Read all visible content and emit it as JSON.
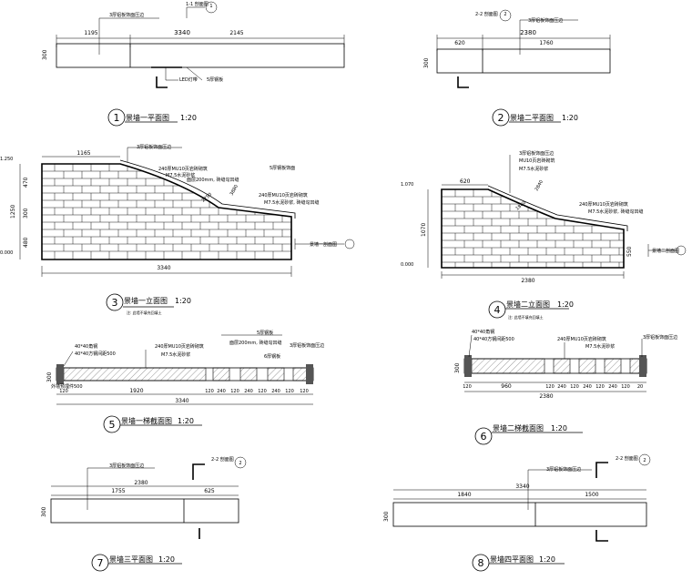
{
  "drawings": {
    "d1": {
      "number": "1",
      "title": "景墙一平面图",
      "scale": "1:20",
      "section_mark": "1-1 剖面图",
      "section_num": "1",
      "note_cap": "3厚铝板饰面压边",
      "dim_total": "3340",
      "dim_a": "1195",
      "dim_b": "2145",
      "dim_h": "300",
      "note_led": "LED灯带",
      "note_steel": "5厚钢板"
    },
    "d2": {
      "number": "2",
      "title": "景墙二平面图",
      "scale": "1:20",
      "section_mark": "2-2 剖面图",
      "section_num": "2",
      "note_cap": "3厚铝板饰面压边",
      "dim_total": "2380",
      "dim_a": "620",
      "dim_b": "1760",
      "dim_h": "300"
    },
    "d3": {
      "number": "3",
      "title": "景墙一立面图",
      "scale": "1:20",
      "subnote": "注: 此墙不填充回填土",
      "dim_top": "1165",
      "dim_total": "3340",
      "dim_v1": "470",
      "dim_v2": "300",
      "dim_v3": "480",
      "dim_vt": "1250",
      "dim_r1": "2750",
      "dim_r2": "3880",
      "level_top": "1.250",
      "level_bot": "0.000",
      "note1": "3厚铝板饰面压边",
      "note2": "240厚MU10页岩砖砌筑",
      "note3": "M7.5水泥砂浆",
      "note4": "5厚钢板饰面",
      "note5": "面层200mm, 砖缝勾凹缝",
      "note6": "240厚MU10页岩砖砌筑",
      "note7": "M7.5水泥砂浆, 砖缝勾凹缝",
      "mark": "景墙一剖面图"
    },
    "d4": {
      "number": "4",
      "title": "景墙二立面图",
      "scale": "1:20",
      "subnote": "注: 此墙不填充回填土",
      "dim_top": "620",
      "dim_total": "2380",
      "dim_r1": "2840",
      "dim_r2": "1860",
      "dim_v": "1070",
      "dim_v2": "550",
      "level_top": "1.070",
      "level_bot": "0.000",
      "note1": "3厚铝板饰面压边",
      "note2": "MU10页岩砖砌筑",
      "note3": "M7.5水泥砂浆",
      "note4": "240厚MU10页岩砖砌筑",
      "note5": "M7.5水泥砂浆, 砖缝勾凹缝",
      "mark": "景墙二剖面图"
    },
    "d5": {
      "number": "5",
      "title": "景墙一梯截面图",
      "scale": "1:20",
      "note_a": "40*40角钢",
      "note_b": "40*40方钢间距500",
      "note_c": "240厚MU10页岩砖砌筑",
      "note_d": "M7.5水泥砂浆",
      "note_e": "5厚钢板",
      "note_f": "面层200mm, 砖缝勾凹缝",
      "note_g": "6厚钢板",
      "note_h": "3厚铝板饰面压边",
      "note_i": "外墙预埋件500",
      "dims": [
        "120",
        "1920",
        "120",
        "240",
        "120",
        "240",
        "120",
        "240",
        "120",
        "120"
      ],
      "dim_total": "3340",
      "dim_h": "300"
    },
    "d6": {
      "number": "6",
      "title": "景墙二梯截面图",
      "scale": "1:20",
      "note_a": "40*40角钢",
      "note_b": "40*40方钢间距500",
      "note_c": "240厚MU10页岩砖砌筑",
      "note_d": "M7.5水泥砂浆",
      "note_e": "3厚铝板饰面压边",
      "dims": [
        "120",
        "960",
        "120",
        "240",
        "120",
        "240",
        "120",
        "240",
        "120",
        "20"
      ],
      "dim_total": "2380",
      "dim_h": "300"
    },
    "d7": {
      "number": "7",
      "title": "景墙三平面图",
      "scale": "1:20",
      "section_mark": "2-2 剖面图",
      "section_num": "2",
      "note_cap": "3厚铝板饰面压边",
      "dim_total": "2380",
      "dim_a": "1755",
      "dim_b": "625",
      "dim_h": "300"
    },
    "d8": {
      "number": "8",
      "title": "景墙四平面图",
      "scale": "1:20",
      "section_mark": "2-2 剖面图",
      "section_num": "2",
      "note_cap": "3厚铝板饰面压边",
      "dim_total": "3340",
      "dim_a": "1840",
      "dim_b": "1500",
      "dim_h": "300"
    }
  }
}
